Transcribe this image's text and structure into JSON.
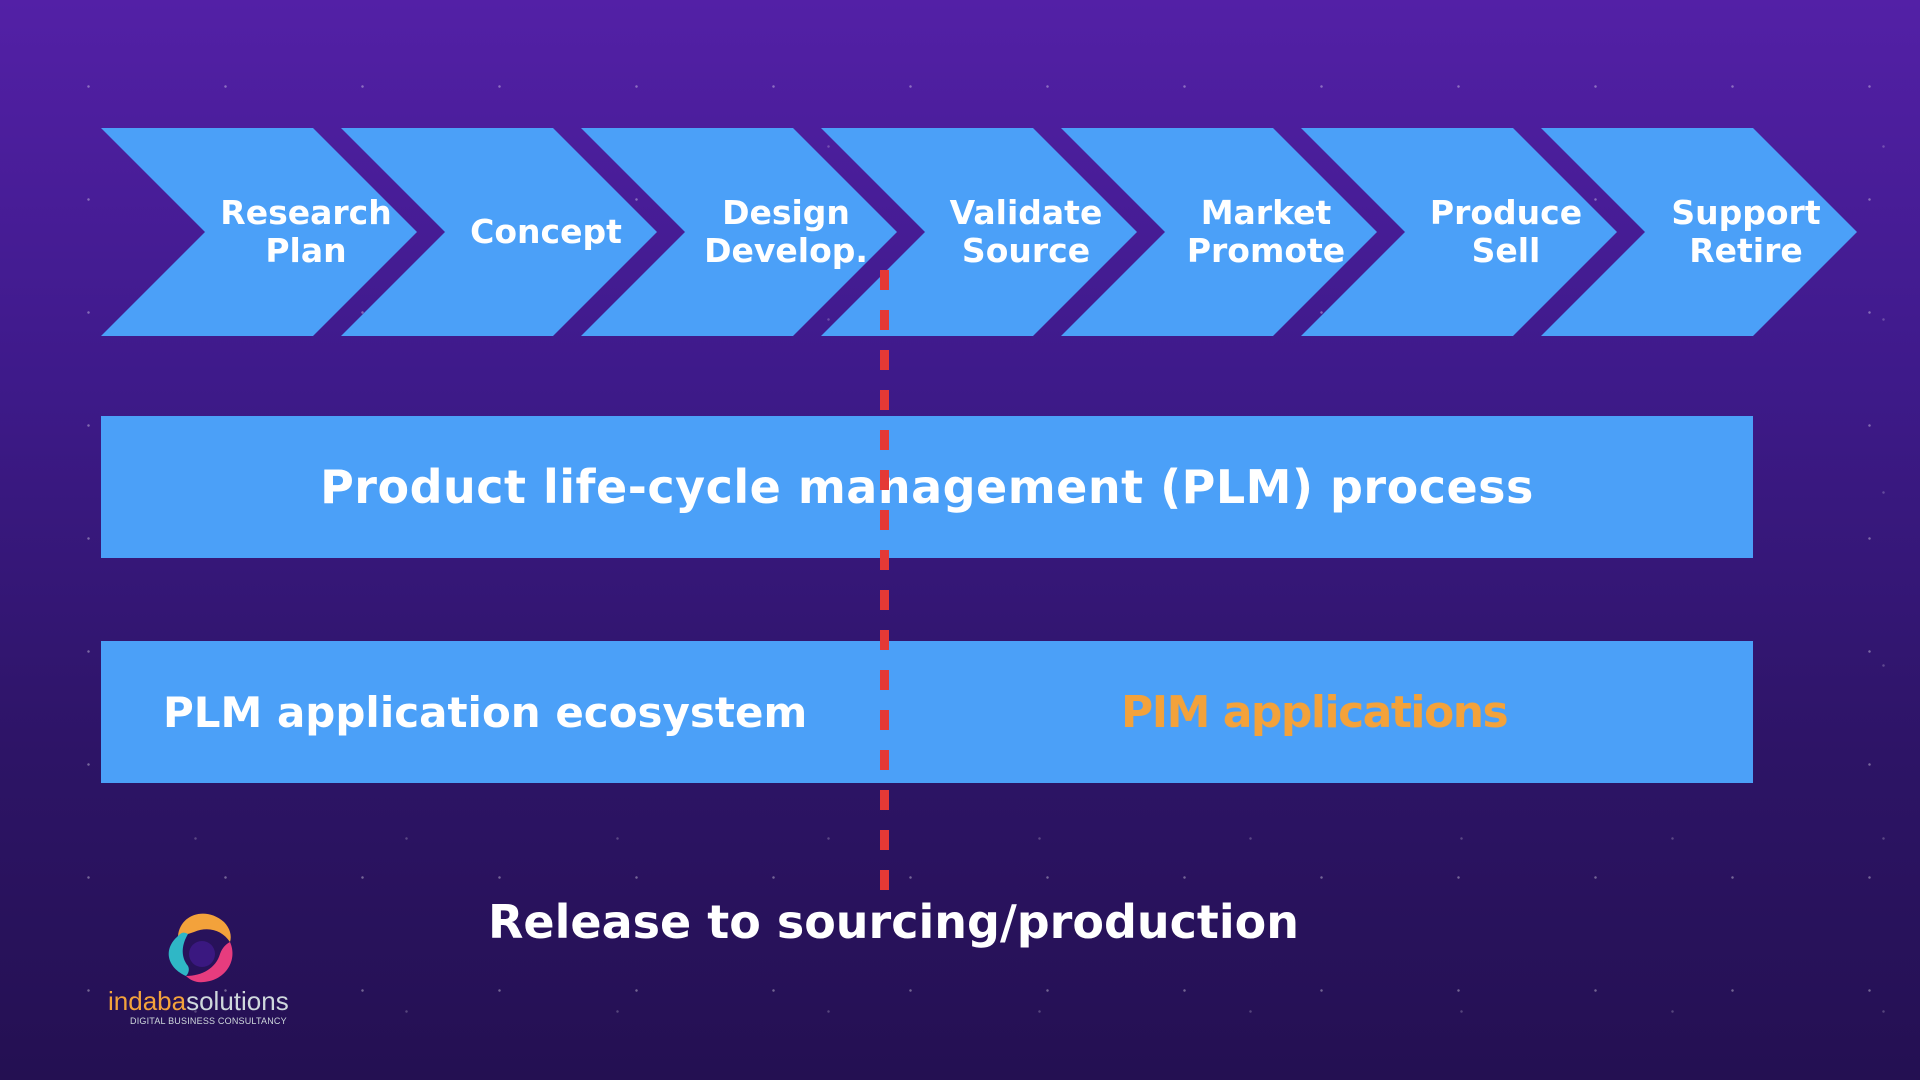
{
  "stages": [
    {
      "label": "Research\nPlan"
    },
    {
      "label": "Concept"
    },
    {
      "label": "Design\nDevelop."
    },
    {
      "label": "Validate\nSource"
    },
    {
      "label": "Market\nPromote"
    },
    {
      "label": "Produce\nSell"
    },
    {
      "label": "Support\nRetire"
    }
  ],
  "process_band": {
    "label": "Product life-cycle management (PLM) process"
  },
  "apps_band": {
    "left_label": "PLM application ecosystem",
    "right_label": "PIM applications"
  },
  "release": {
    "label": "Release to sourcing/production"
  },
  "logo": {
    "word_part1": "indaba",
    "word_part2": "solutions",
    "tagline": "DIGITAL BUSINESS CONSULTANCY"
  },
  "colors": {
    "chevron": "#4ba0f8",
    "band": "#4ba0f8",
    "release_line": "#e53935",
    "pim_text": "#f3a23b"
  }
}
